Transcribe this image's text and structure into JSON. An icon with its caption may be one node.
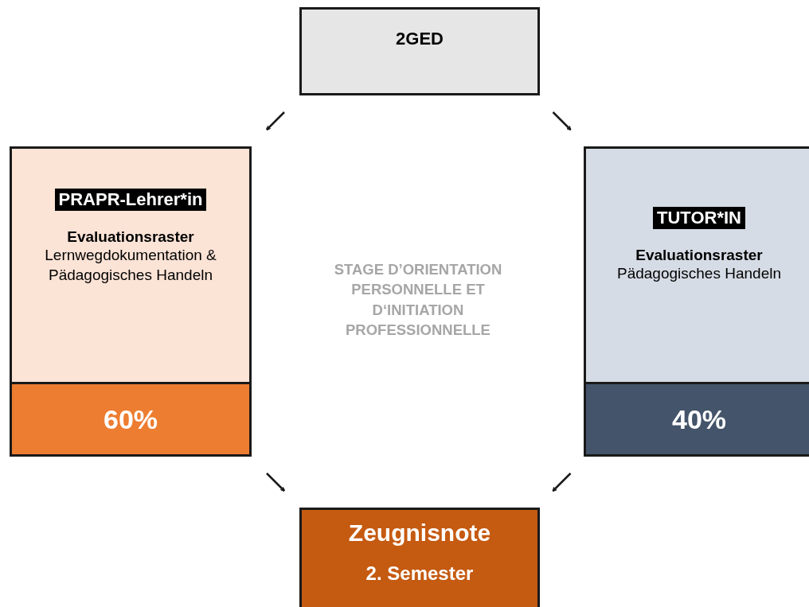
{
  "diagram": {
    "nodes": [
      {
        "text": [
          "2GED"
        ]
      },
      {
        "text": [
          "PRAPR-Lehrer*in",
          "Evaluationsraster",
          "Lernwegdokumentation & Pädagogisches Handeln"
        ]
      },
      {
        "text": [
          "60%"
        ],
        "in": 1
      },
      {
        "text": [
          "TUTOR*IN",
          "Evaluationsraster",
          "Pädagogisches Handeln"
        ]
      },
      {
        "text": [
          "40%"
        ],
        "in": 3
      },
      {
        "text": [
          "Zeugnisnote",
          "2. Semester"
        ]
      }
    ],
    "edges": [
      {
        "from": 0,
        "to": 1,
        "arrow": "to"
      },
      {
        "from": 0,
        "to": 3,
        "arrow": "to"
      },
      {
        "from": 1,
        "to": 5,
        "arrow": "to"
      },
      {
        "from": 3,
        "to": 5,
        "arrow": "to"
      }
    ],
    "labels": [
      "STAGE D’ORIENTATION PERSONNELLE ET D‘INITIATION PROFESSIONNELLE"
    ]
  }
}
